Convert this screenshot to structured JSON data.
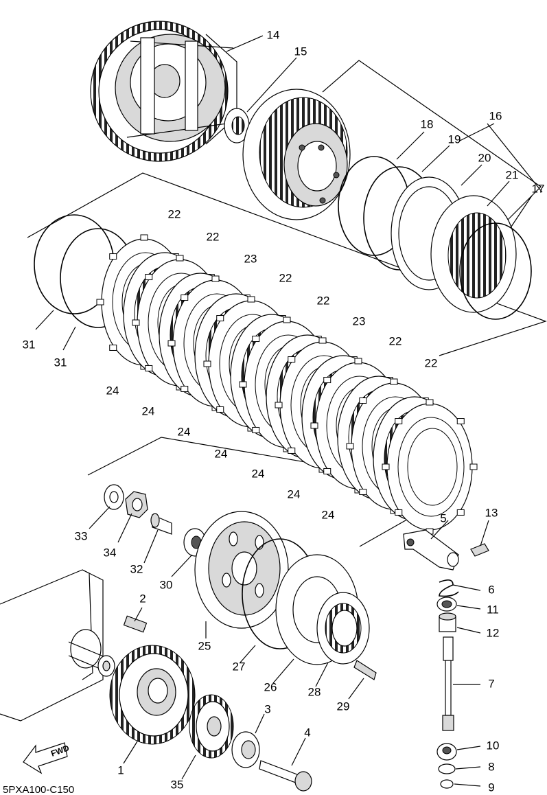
{
  "diagram": {
    "code": "5PXA100-C150",
    "fwd_text": "FWD",
    "part_labels": {
      "p14": "14",
      "p15": "15",
      "p16": "16",
      "p18": "18",
      "p19": "19",
      "p20": "20",
      "p21": "21",
      "p17": "17",
      "p22a": "22",
      "p22b": "22",
      "p23a": "23",
      "p22c": "22",
      "p22d": "22",
      "p23b": "23",
      "p22e": "22",
      "p22f": "22",
      "p31a": "31",
      "p31b": "31",
      "p24a": "24",
      "p24b": "24",
      "p24c": "24",
      "p24d": "24",
      "p24e": "24",
      "p24f": "24",
      "p24g": "24",
      "p5": "5",
      "p13": "13",
      "p6": "6",
      "p11": "11",
      "p12": "12",
      "p7": "7",
      "p10": "10",
      "p8": "8",
      "p9": "9",
      "p33": "33",
      "p34": "34",
      "p32": "32",
      "p30": "30",
      "p2": "2",
      "p25": "25",
      "p27": "27",
      "p26": "26",
      "p28": "28",
      "p29": "29",
      "p1": "1",
      "p35": "35",
      "p3": "3",
      "p4": "4"
    }
  }
}
